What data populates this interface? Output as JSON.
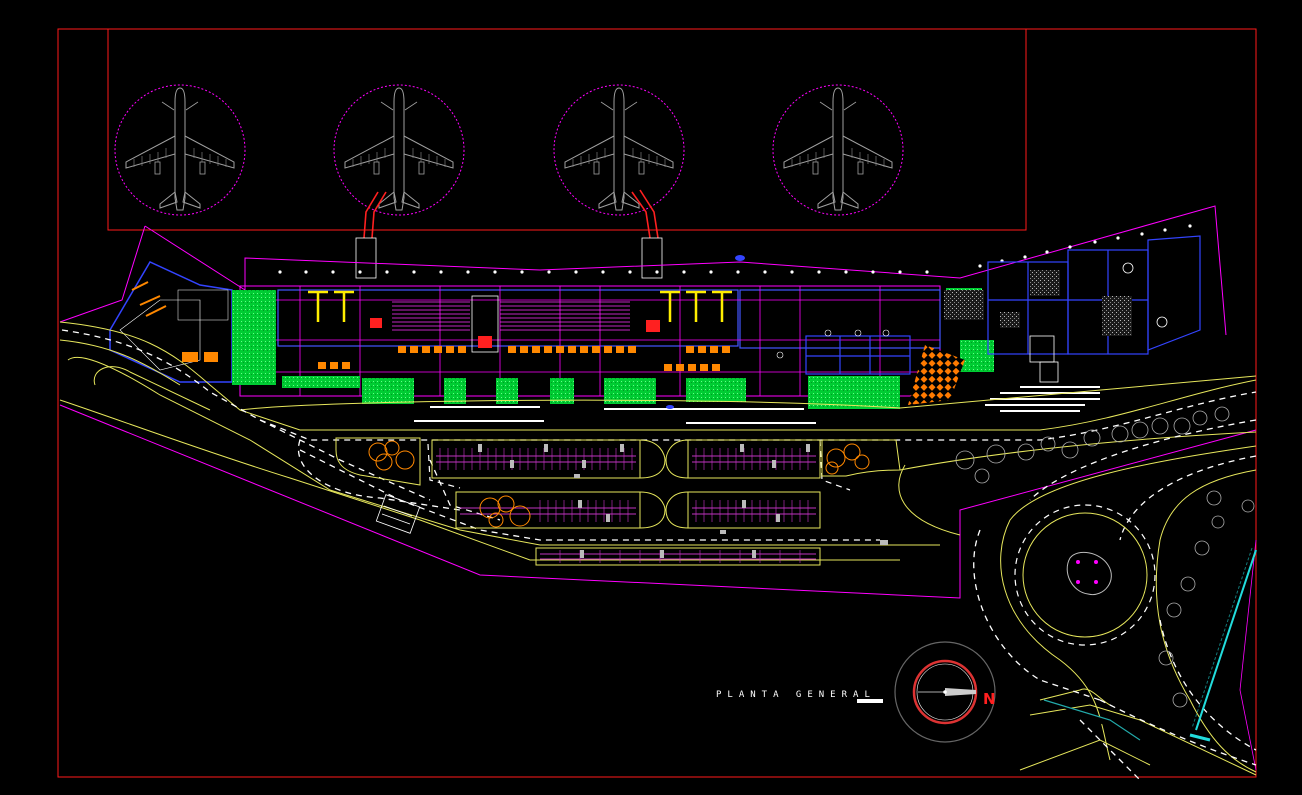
{
  "drawing": {
    "title": "PLANTA GENERAL",
    "north_label": "N",
    "aircraft_count": 4,
    "jet_bridges": 2
  },
  "colors": {
    "background": "#000000",
    "frame": "#ff1a1a",
    "boundary": "#ff00ff",
    "road": "#ffff66",
    "lane": "#ffffff",
    "green": "#00ff44",
    "building": "#3344ff",
    "orange": "#ff8800",
    "aircraft": "#9a9a9a",
    "stand_circle": "#ff00ff"
  },
  "icons": [
    "aircraft-icon",
    "north-arrow-icon",
    "tree-icon"
  ]
}
